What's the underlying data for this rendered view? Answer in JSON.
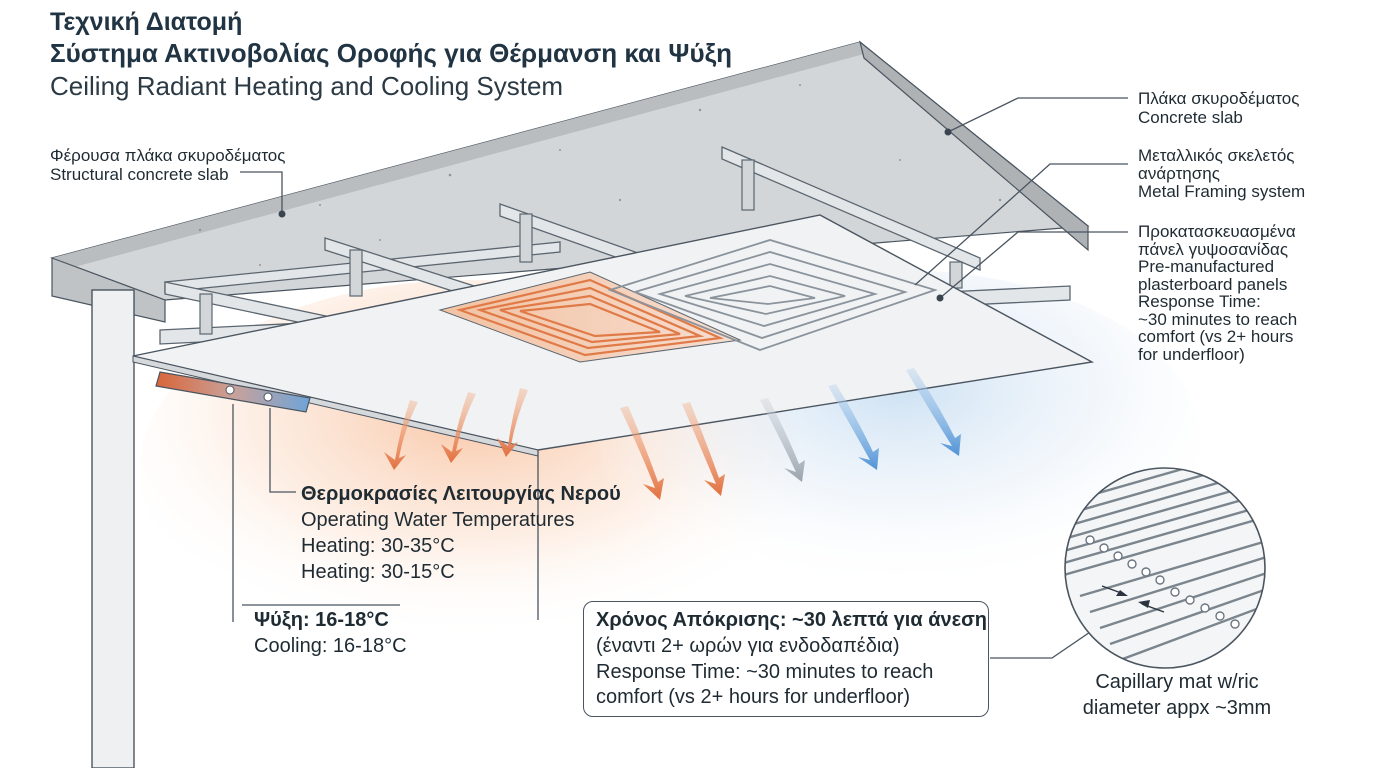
{
  "title": {
    "line1": "Τεχνική Διατομή",
    "line2": "Σύστημα Ακτινοβολίας Οροφής για Θέρμανση και Ψύξη",
    "line3": "Ceiling Radiant Heating and Cooling System"
  },
  "labels": {
    "structural_slab": {
      "gr": "Φέρουσα πλάκα σκυροδέματος",
      "en": "Structural concrete slab"
    },
    "concrete_slab": {
      "gr": "Πλάκα σκυροδέματος",
      "en": "Concrete slab"
    },
    "metal_framing": {
      "gr1": "Μεταλλικός σκελετός",
      "gr2": "ανάρτησης",
      "en": "Metal Framing system"
    },
    "panels": {
      "gr1": "Προκατασκευασμένα",
      "gr2": "πάνελ γυψοσανίδας",
      "en1": "Pre-manufactured",
      "en2": "plasterboard panels",
      "rt1": "Response Time:",
      "rt2": "~30 minutes to reach",
      "rt3": "comfort (vs 2+ hours",
      "rt4": "for underfloor)"
    },
    "water_temps": {
      "gr": "Θερμοκρασίες Λειτουργίας Νερού",
      "en": "Operating Water Temperatures",
      "heating1": "Heating: 30-35°C",
      "heating2": "Heating: 30-15°C"
    },
    "cooling": {
      "gr": "Ψύξη: 16-18°C",
      "en": "Cooling: 16-18°C"
    },
    "response_box": {
      "gr1": "Χρόνος Απόκρισης: ~30 λεπτά για άνεση",
      "gr2": "(έναντι 2+ ωρών για ενδοδαπέδια)",
      "en1": "Response Time: ~30 minutes to reach",
      "en2": "comfort (vs 2+ hours for underfloor)"
    },
    "capillary": {
      "line1": "Capillary mat w/ric",
      "line2": "diameter appx ~3mm"
    }
  },
  "colors": {
    "concrete": "#c9ccce",
    "warm": "#e8743a",
    "cool": "#5a9ad6",
    "text": "#1f2b33"
  }
}
